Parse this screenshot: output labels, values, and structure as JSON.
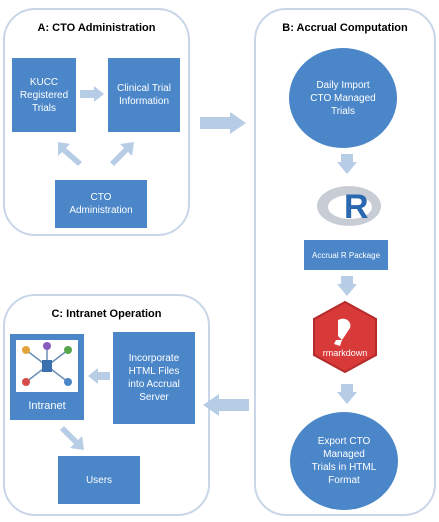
{
  "panels": {
    "a": {
      "title": "A: CTO Administration",
      "registered": "KUCC\nRegistered\nTrials",
      "clinical": "Clinical Trial\nInformation",
      "admin": "CTO\nAdministration"
    },
    "b": {
      "title": "B: Accrual Computation",
      "import": "Daily Import\nCTO Managed\nTrials",
      "r_logo": "R",
      "r_package": "Accrual R Package",
      "rmarkdown": "rmarkdown",
      "export": "Export CTO\nManaged\nTrials in HTML\nFormat"
    },
    "c": {
      "title": "C: Intranet Operation",
      "intranet": "Intranet",
      "incorporate": "Incorporate\nHTML Files\ninto Accrual\nServer",
      "users": "Users"
    }
  },
  "colors": {
    "box": "#4a86c8",
    "arrow": "#b7cde6",
    "panel_border": "#c9d6e8"
  }
}
